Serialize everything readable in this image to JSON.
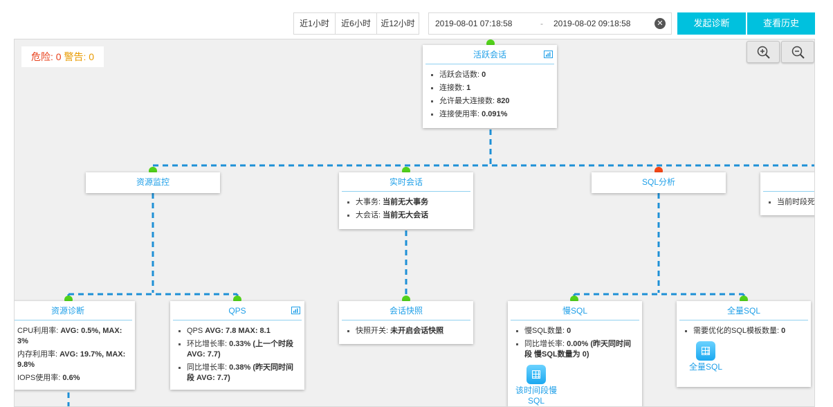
{
  "toolbar": {
    "ranges": [
      "近1小时",
      "近6小时",
      "近12小时"
    ],
    "start_date": "2019-08-01 07:18:58",
    "separator": "-",
    "end_date": "2019-08-02 09:18:58",
    "diagnose_label": "发起诊断",
    "history_label": "查看历史"
  },
  "alerts": {
    "danger_label": "危险:",
    "danger_count": "0",
    "warn_label": "警告:",
    "warn_count": "0"
  },
  "nodes": {
    "active_sessions": {
      "title": "活跃会话",
      "items": [
        {
          "label": "活跃会话数: ",
          "value": "0"
        },
        {
          "label": "连接数: ",
          "value": "1"
        },
        {
          "label": "允许最大连接数: ",
          "value": "820"
        },
        {
          "label": "连接使用率: ",
          "value": "0.091%"
        }
      ]
    },
    "resource_monitor": {
      "title": "资源监控"
    },
    "realtime_session": {
      "title": "实时会话",
      "items": [
        {
          "label": "大事务: ",
          "value": "当前无大事务"
        },
        {
          "label": "大会话: ",
          "value": "当前无大会话"
        }
      ]
    },
    "sql_analysis": {
      "title": "SQL分析"
    },
    "partial_node": {
      "item": "当前时段死"
    },
    "resource_diag": {
      "title": "资源诊断",
      "items": [
        {
          "label": "CPU利用率: ",
          "value": "AVG: 0.5%, MAX: 3%"
        },
        {
          "label": "内存利用率: ",
          "value": "AVG: 19.7%, MAX: 9.8%"
        },
        {
          "label": "IOPS使用率: ",
          "value": "0.6%"
        }
      ]
    },
    "qps": {
      "title": "QPS",
      "items": [
        {
          "label": "QPS ",
          "value": "AVG: 7.8 MAX: 8.1"
        },
        {
          "label": "环比增长率: ",
          "value": "0.33% (上一个时段 AVG: 7.7)"
        },
        {
          "label": "同比增长率: ",
          "value": "0.38% (昨天同时间段 AVG: 7.7)"
        }
      ]
    },
    "session_snapshot": {
      "title": "会话快照",
      "items": [
        {
          "label": "快照开关: ",
          "value": "未开启会话快照"
        }
      ]
    },
    "slow_sql": {
      "title": "慢SQL",
      "items": [
        {
          "label": "慢SQL数量: ",
          "value": "0"
        },
        {
          "label": "同比增长率: ",
          "value": "0.00% (昨天同时间段 慢SQL数量为 0)"
        }
      ],
      "link_label": "该时间段慢SQL"
    },
    "full_sql": {
      "title": "全量SQL",
      "items": [
        {
          "label": "需要优化的SQL模板数量: ",
          "value": "0"
        }
      ],
      "link_label": "全量SQL"
    }
  },
  "colors": {
    "accent": "#00c1de",
    "node_title": "#1e9fe8",
    "ok": "#52d11b",
    "danger": "#f54716",
    "line": "#1e90d6"
  }
}
